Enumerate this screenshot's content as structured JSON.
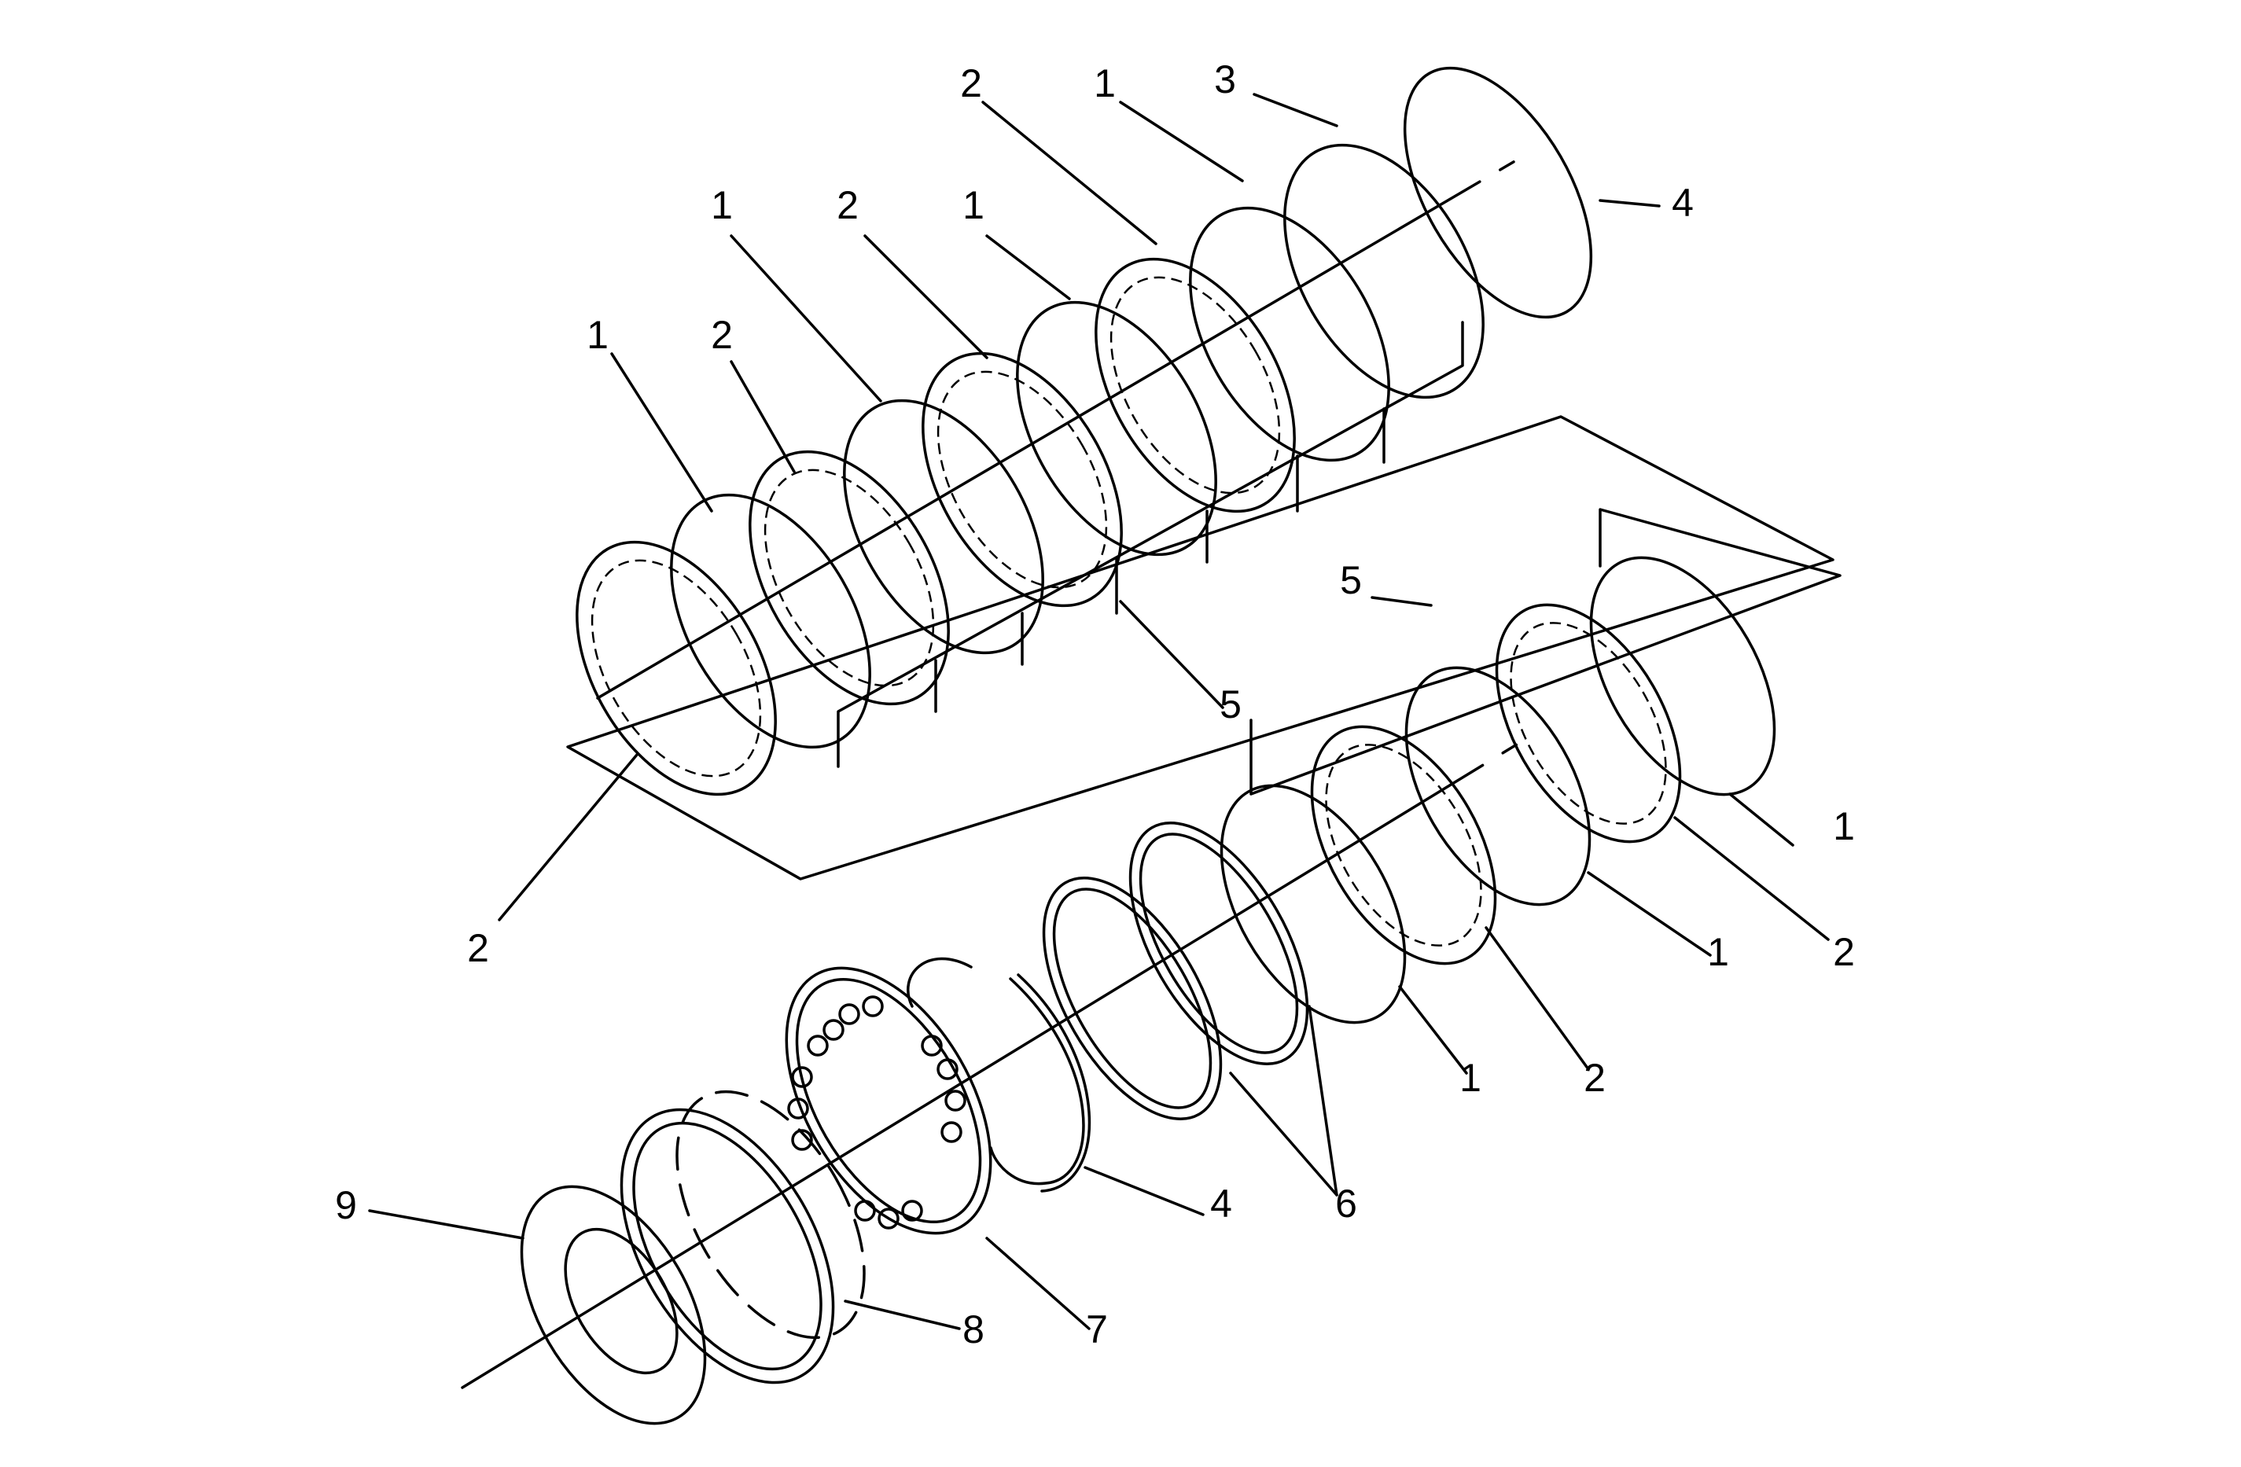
{
  "diagram": {
    "callouts": [
      {
        "id": "c1",
        "text": "1"
      },
      {
        "id": "c2",
        "text": "2"
      },
      {
        "id": "c3",
        "text": "1"
      },
      {
        "id": "c4",
        "text": "2"
      },
      {
        "id": "c5",
        "text": "1"
      },
      {
        "id": "c6",
        "text": "2"
      },
      {
        "id": "c7",
        "text": "1"
      },
      {
        "id": "c8",
        "text": "3"
      },
      {
        "id": "c9",
        "text": "4"
      },
      {
        "id": "c10",
        "text": "5"
      },
      {
        "id": "c11",
        "text": "5"
      },
      {
        "id": "c12",
        "text": "2"
      },
      {
        "id": "c13",
        "text": "1"
      },
      {
        "id": "c14",
        "text": "2"
      },
      {
        "id": "c15",
        "text": "1"
      },
      {
        "id": "c16",
        "text": "2"
      },
      {
        "id": "c17",
        "text": "1"
      },
      {
        "id": "c18",
        "text": "6"
      },
      {
        "id": "c19",
        "text": "4"
      },
      {
        "id": "c20",
        "text": "7"
      },
      {
        "id": "c21",
        "text": "8"
      },
      {
        "id": "c22",
        "text": "9"
      }
    ]
  }
}
